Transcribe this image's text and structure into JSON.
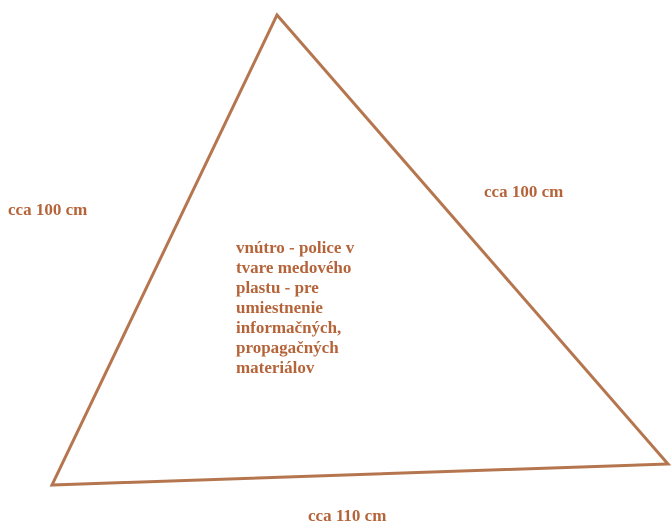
{
  "diagram": {
    "stroke_color": "#b5764f",
    "text_color": "#b5643a",
    "side_labels": {
      "left": "cca 100 cm",
      "right": "cca 100 cm",
      "bottom": "cca 110 cm"
    },
    "description_lines": [
      "vnútro - police v",
      "tvare medového",
      "plastu - pre",
      "umiestnenie",
      "informačných,",
      "propagačných",
      "materiálov"
    ]
  }
}
